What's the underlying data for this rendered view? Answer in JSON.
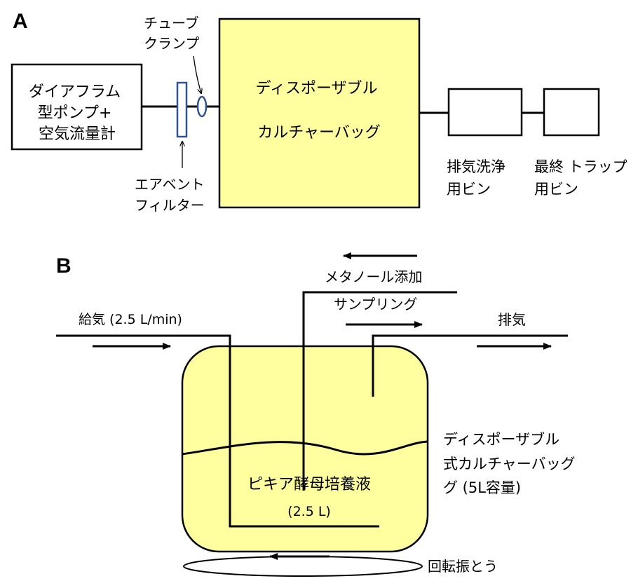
{
  "colors": {
    "bag_fill": "#ffffa0",
    "filter_stroke": "#2f5496",
    "line": "#000000"
  },
  "panel_a": {
    "label": "A",
    "pump_box": [
      "ダイアフラム",
      "型ポンプ+",
      "空気流量計"
    ],
    "tube_clamp": [
      "チューブ",
      "クランプ"
    ],
    "air_vent_filter": [
      "エアベント",
      "フィルター"
    ],
    "bag": [
      "ディスポーザブル",
      "カルチャーバッグ"
    ],
    "wash_bottle": [
      "排気洗浄",
      "用ビン"
    ],
    "trap_bottle": [
      "最終 トラップ",
      "用ビン"
    ]
  },
  "panel_b": {
    "label": "B",
    "methanol": "メタノール添加",
    "sampling": "サンプリング",
    "air_in": "給気 (2.5 L/min)",
    "exhaust": "排気",
    "bag_label": [
      "ディスポーザブル",
      "式カルチャーバッグ",
      "グ (5L容量)"
    ],
    "medium": "ピキア酵母培養液",
    "volume": "(2.5 L)",
    "shaking": "回転振とう"
  }
}
